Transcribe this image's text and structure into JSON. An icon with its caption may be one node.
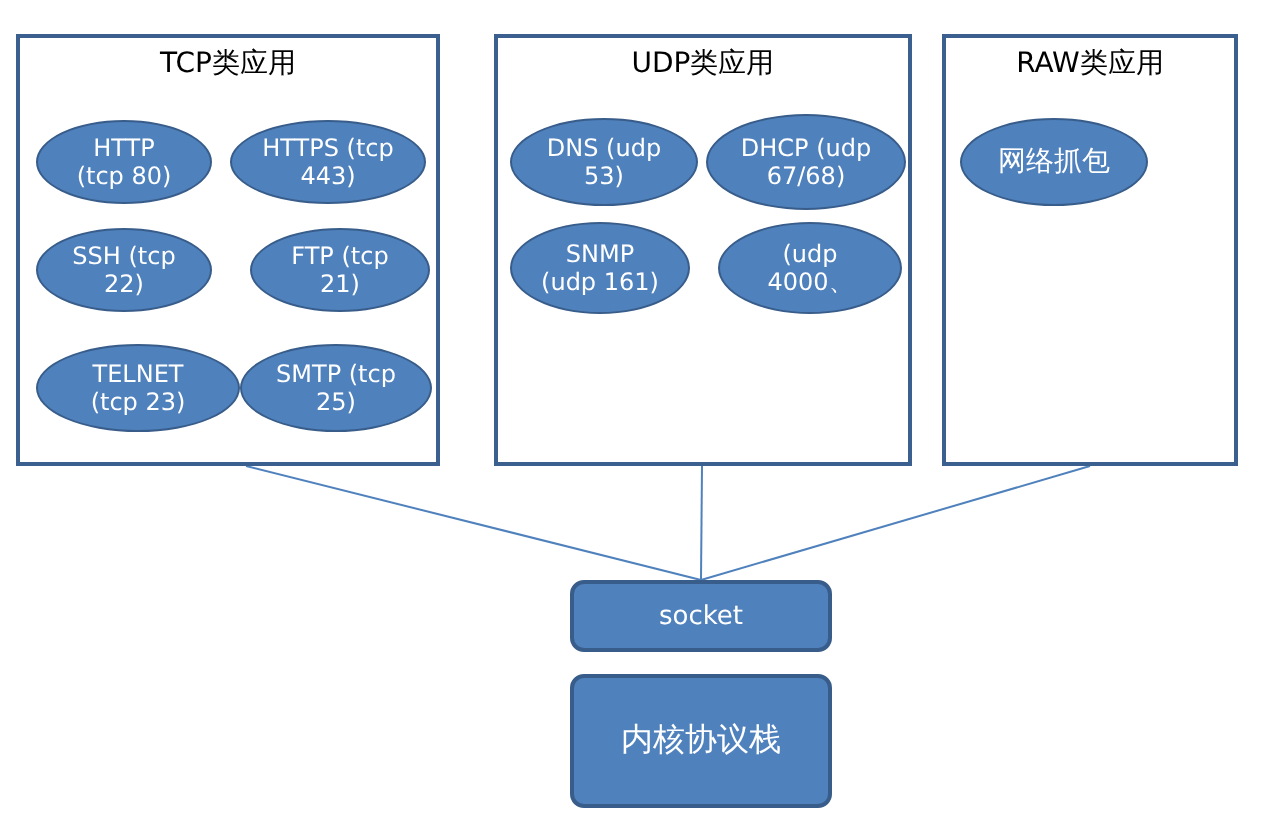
{
  "diagram": {
    "nodes": [
      {
        "text": [
          "TCP类应用"
        ]
      },
      {
        "text": [
          "HTTP (tcp 80)"
        ],
        "in": 0
      },
      {
        "text": [
          "HTTPS (tcp 443)"
        ],
        "in": 0
      },
      {
        "text": [
          "SSH (tcp 22)"
        ],
        "in": 0
      },
      {
        "text": [
          "FTP (tcp 21)"
        ],
        "in": 0
      },
      {
        "text": [
          "TELNET (tcp 23)"
        ],
        "in": 0
      },
      {
        "text": [
          "SMTP (tcp 25)"
        ],
        "in": 0
      },
      {
        "text": [
          "UDP类应用"
        ]
      },
      {
        "text": [
          "DNS (udp 53)"
        ],
        "in": 7
      },
      {
        "text": [
          "DHCP (udp 67/68)"
        ],
        "in": 7
      },
      {
        "text": [
          "SNMP (udp 161)"
        ],
        "in": 7
      },
      {
        "text": [
          "(udp 4000、"
        ],
        "in": 7
      },
      {
        "text": [
          "RAW类应用"
        ]
      },
      {
        "text": [
          "网络抓包"
        ],
        "in": 12
      },
      {
        "text": [
          "socket"
        ]
      },
      {
        "text": [
          "内核协议栈"
        ]
      }
    ],
    "edges": [
      {
        "from": 0,
        "to": 14,
        "arrow": "none"
      },
      {
        "from": 7,
        "to": 14,
        "arrow": "none"
      },
      {
        "from": 12,
        "to": 14,
        "arrow": "none"
      }
    ]
  }
}
